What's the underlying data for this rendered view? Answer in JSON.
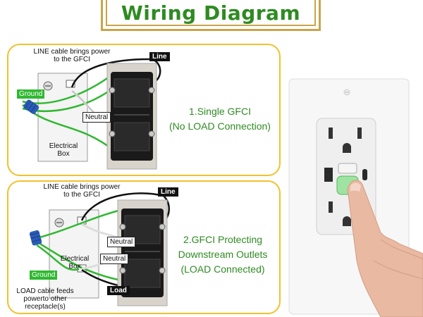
{
  "header": {
    "title": "Wiring Diagram"
  },
  "diagram1": {
    "line_cable_note": "LINE cable brings power to the GFCI",
    "ground_label": "Ground",
    "line_label": "Line",
    "neutral_label": "Neutral",
    "box_label": "Electrical Box",
    "caption_line1": "1.Single GFCI",
    "caption_line2": "(No LOAD Connection)"
  },
  "diagram2": {
    "line_cable_note": "LINE cable brings power to the GFCI",
    "line_label": "Line",
    "neutral_label_1": "Neutral",
    "neutral_label_2": "Neutral",
    "box_label": "Electrical Box",
    "ground_label": "Ground",
    "load_label": "Load",
    "load_cable_note": "LOAD cable feeds powerto other receptacle(s)",
    "caption_line1": "2.GFCI Protecting",
    "caption_line2": "Downstream  Outlets",
    "caption_line3": "(LOAD Connected)"
  },
  "colors": {
    "title_green": "#2e8b22",
    "panel_border": "#f2c12e",
    "wire_green": "#2fb830",
    "wire_nut_blue": "#2a5bb8"
  },
  "icons": [
    "wire-nut-icon",
    "screw-terminal-icon",
    "gfci-receptacle-icon",
    "hand-pressing-icon"
  ]
}
